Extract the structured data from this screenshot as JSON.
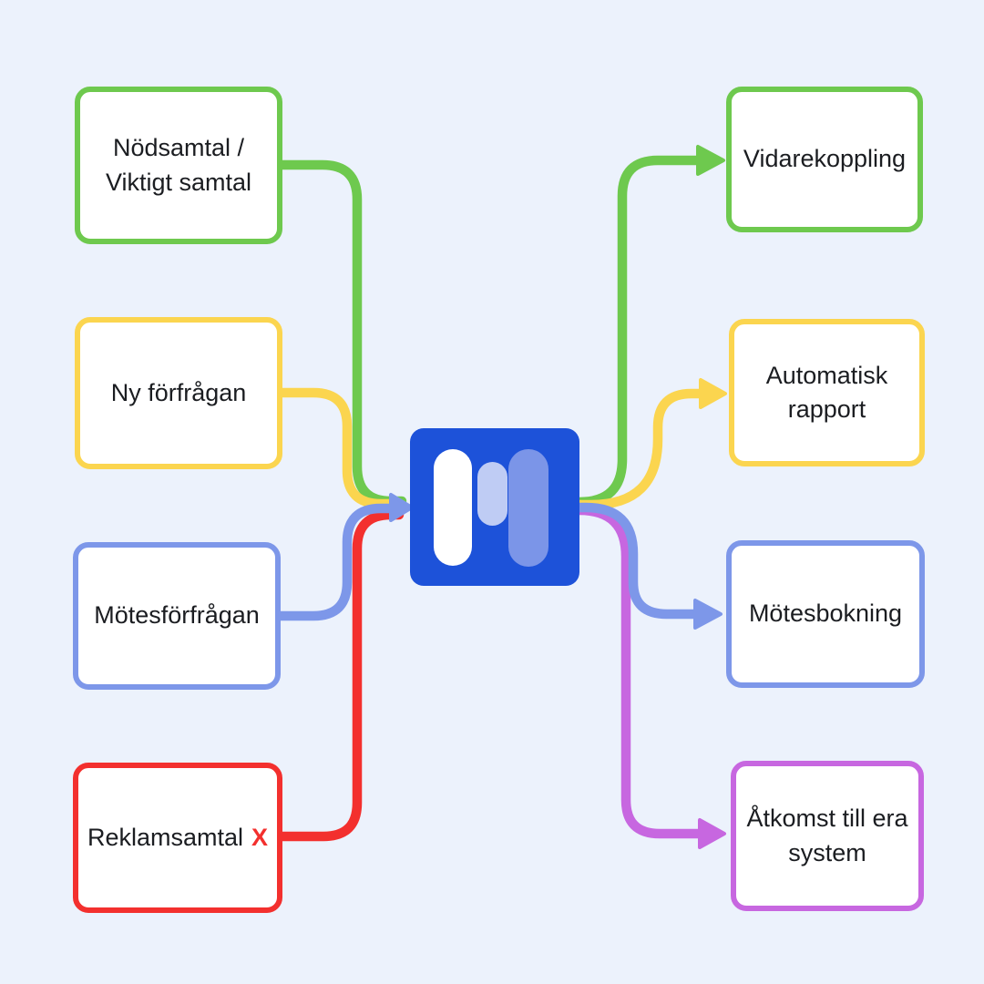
{
  "colors": {
    "background": "#ECF2FC",
    "text": "#1B1D21",
    "green": "#6EC94E",
    "yellow": "#FBD54F",
    "blue": "#7D97E9",
    "red": "#F3302E",
    "purple": "#C767E0",
    "logo_bg": "#1D52D9",
    "logo_pill_white": "#FFFFFF",
    "logo_pill_light": "#BFCCF4",
    "logo_pill_mid": "#7B95E8"
  },
  "nodes": {
    "left": [
      {
        "id": "nodsamtal",
        "label": "Nödsamtal /\nViktigt samtal",
        "color_key": "green"
      },
      {
        "id": "ny-forfragan",
        "label": "Ny förfrågan",
        "color_key": "yellow"
      },
      {
        "id": "motesforfragan",
        "label": "Mötesförfrågan",
        "color_key": "blue"
      },
      {
        "id": "reklamsamtal",
        "label": "Reklamsamtal",
        "suffix": "X",
        "color_key": "red"
      }
    ],
    "right": [
      {
        "id": "vidarekoppling",
        "label": "Vidarekoppling",
        "color_key": "green"
      },
      {
        "id": "automatisk-rapport",
        "label": "Automatisk\nrapport",
        "color_key": "yellow"
      },
      {
        "id": "motesbokning",
        "label": "Mötesbokning",
        "color_key": "blue"
      },
      {
        "id": "atkomst",
        "label": "Åtkomst till era\nsystem",
        "color_key": "purple"
      }
    ]
  },
  "logo": {
    "name": "central app logo"
  }
}
